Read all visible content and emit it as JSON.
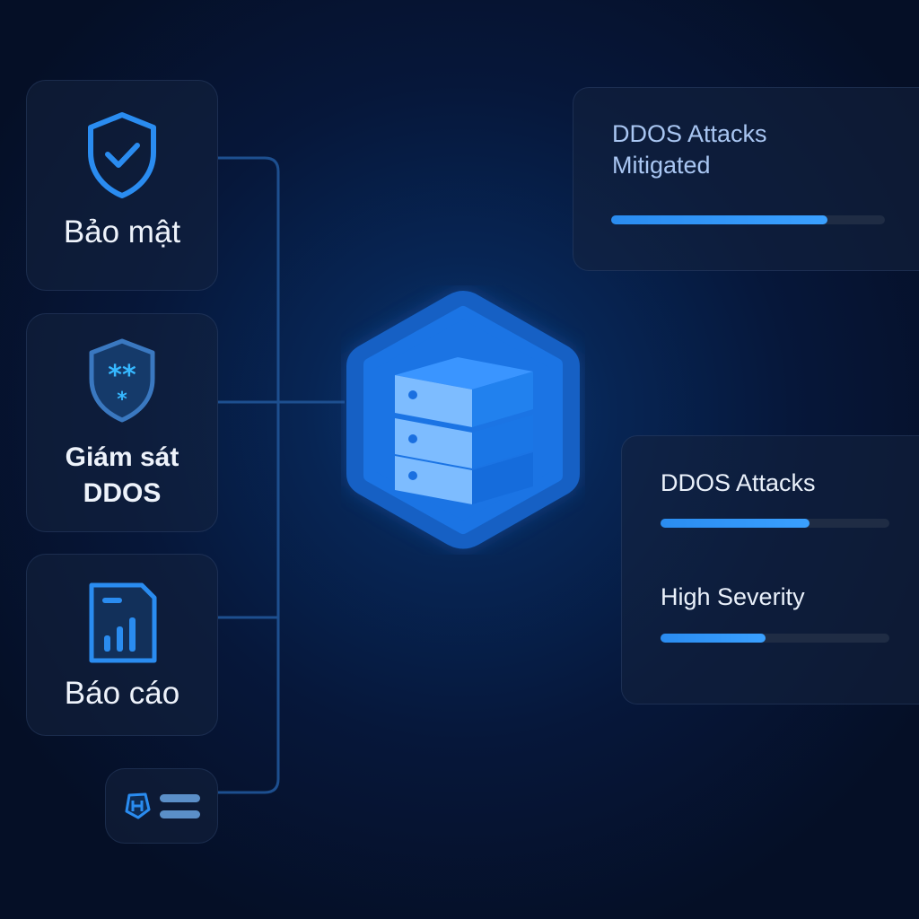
{
  "nav": [
    {
      "label": "Bảo mật",
      "icon": "shield-check-icon"
    },
    {
      "label": "Giám sát DDOS",
      "icon": "shield-monitor-icon"
    },
    {
      "label": "Báo cáo",
      "icon": "report-chart-icon"
    },
    {
      "label": "",
      "icon": "logo-icon"
    }
  ],
  "stats": {
    "mitigated": {
      "title": "DDOS Attacks Mitigated",
      "progress": 0.79
    },
    "attacks": {
      "title": "DDOS Attacks",
      "progress": 0.65
    },
    "severity": {
      "title": "High Severity",
      "progress": 0.46
    }
  },
  "colors": {
    "accent": "#2a8cf0",
    "background": "#050f26",
    "hexagon": "#1a6fe0"
  }
}
